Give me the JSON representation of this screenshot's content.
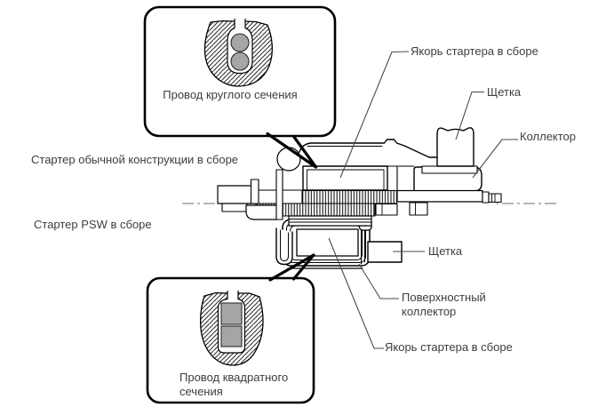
{
  "diagram": {
    "title_context": "Starter motor cross-section comparison diagram",
    "side_labels": {
      "conventional": "Стартер обычной конструкции в сборе",
      "psw": "Стартер PSW в сборе"
    },
    "part_labels": {
      "armature_top": "Якорь стартера в сборе",
      "brush_top": "Щетка",
      "commutator": "Коллектор",
      "brush_bottom": "Щетка",
      "surface_commutator": "Поверхностный\nколлектор",
      "armature_bottom": "Якорь стартера в сборе"
    },
    "callouts": {
      "round_wire": "Провод круглого сечения",
      "square_wire": "Провод квадратного\nсечения"
    },
    "colors": {
      "line": "#000000",
      "text": "#3d3d3d",
      "centerline": "#8a8a8a",
      "wire_fill": "#a9a9a9",
      "background": "#ffffff"
    }
  }
}
